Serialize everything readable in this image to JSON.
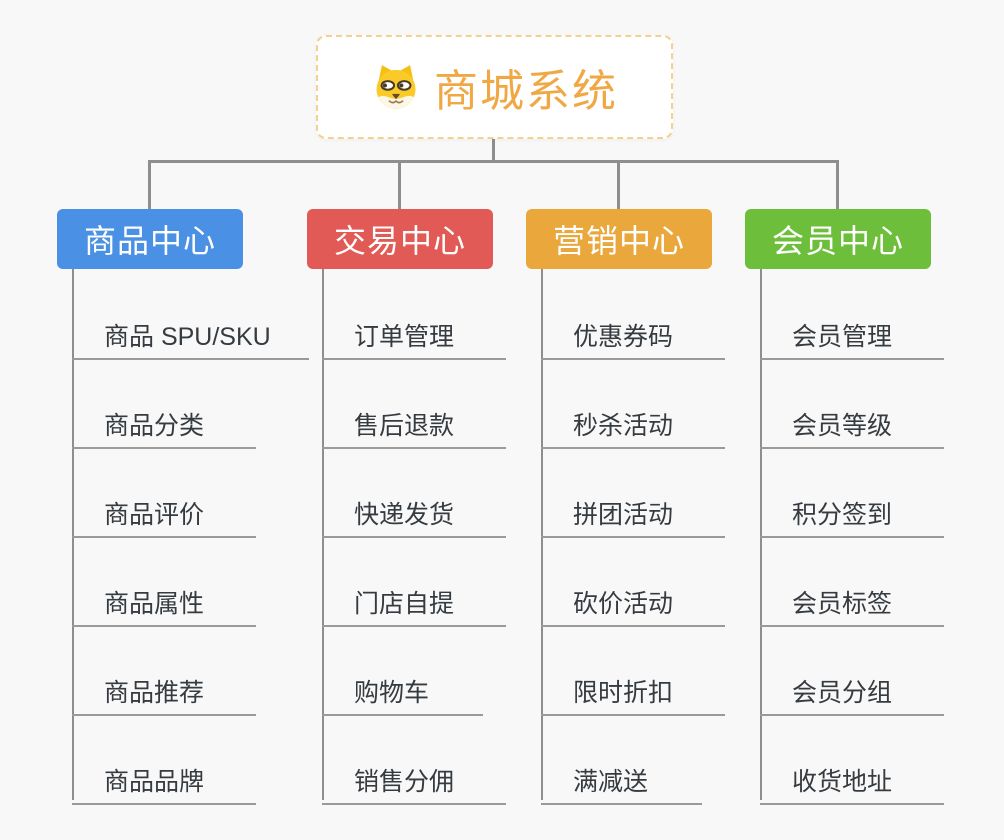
{
  "root": {
    "title": "商城系统",
    "icon": "dog-face-icon"
  },
  "branches": [
    {
      "label": "商品中心",
      "color": "#4a90e4",
      "items": [
        "商品 SPU/SKU",
        "商品分类",
        "商品评价",
        "商品属性",
        "商品推荐",
        "商品品牌"
      ]
    },
    {
      "label": "交易中心",
      "color": "#e15a55",
      "items": [
        "订单管理",
        "售后退款",
        "快递发货",
        "门店自提",
        "购物车",
        "销售分佣"
      ]
    },
    {
      "label": "营销中心",
      "color": "#e9a73c",
      "items": [
        "优惠券码",
        "秒杀活动",
        "拼团活动",
        "砍价活动",
        "限时折扣",
        "满减送"
      ]
    },
    {
      "label": "会员中心",
      "color": "#6cbe3b",
      "items": [
        "会员管理",
        "会员等级",
        "积分签到",
        "会员标签",
        "会员分组",
        "收货地址"
      ]
    }
  ],
  "style_colors": {
    "background": "#f8f8f8",
    "connector": "#8e8e8e",
    "item_underline": "#9a9a9a",
    "item_text": "#363b40",
    "root_text": "#f0a844",
    "root_border": "#f3d28f"
  }
}
